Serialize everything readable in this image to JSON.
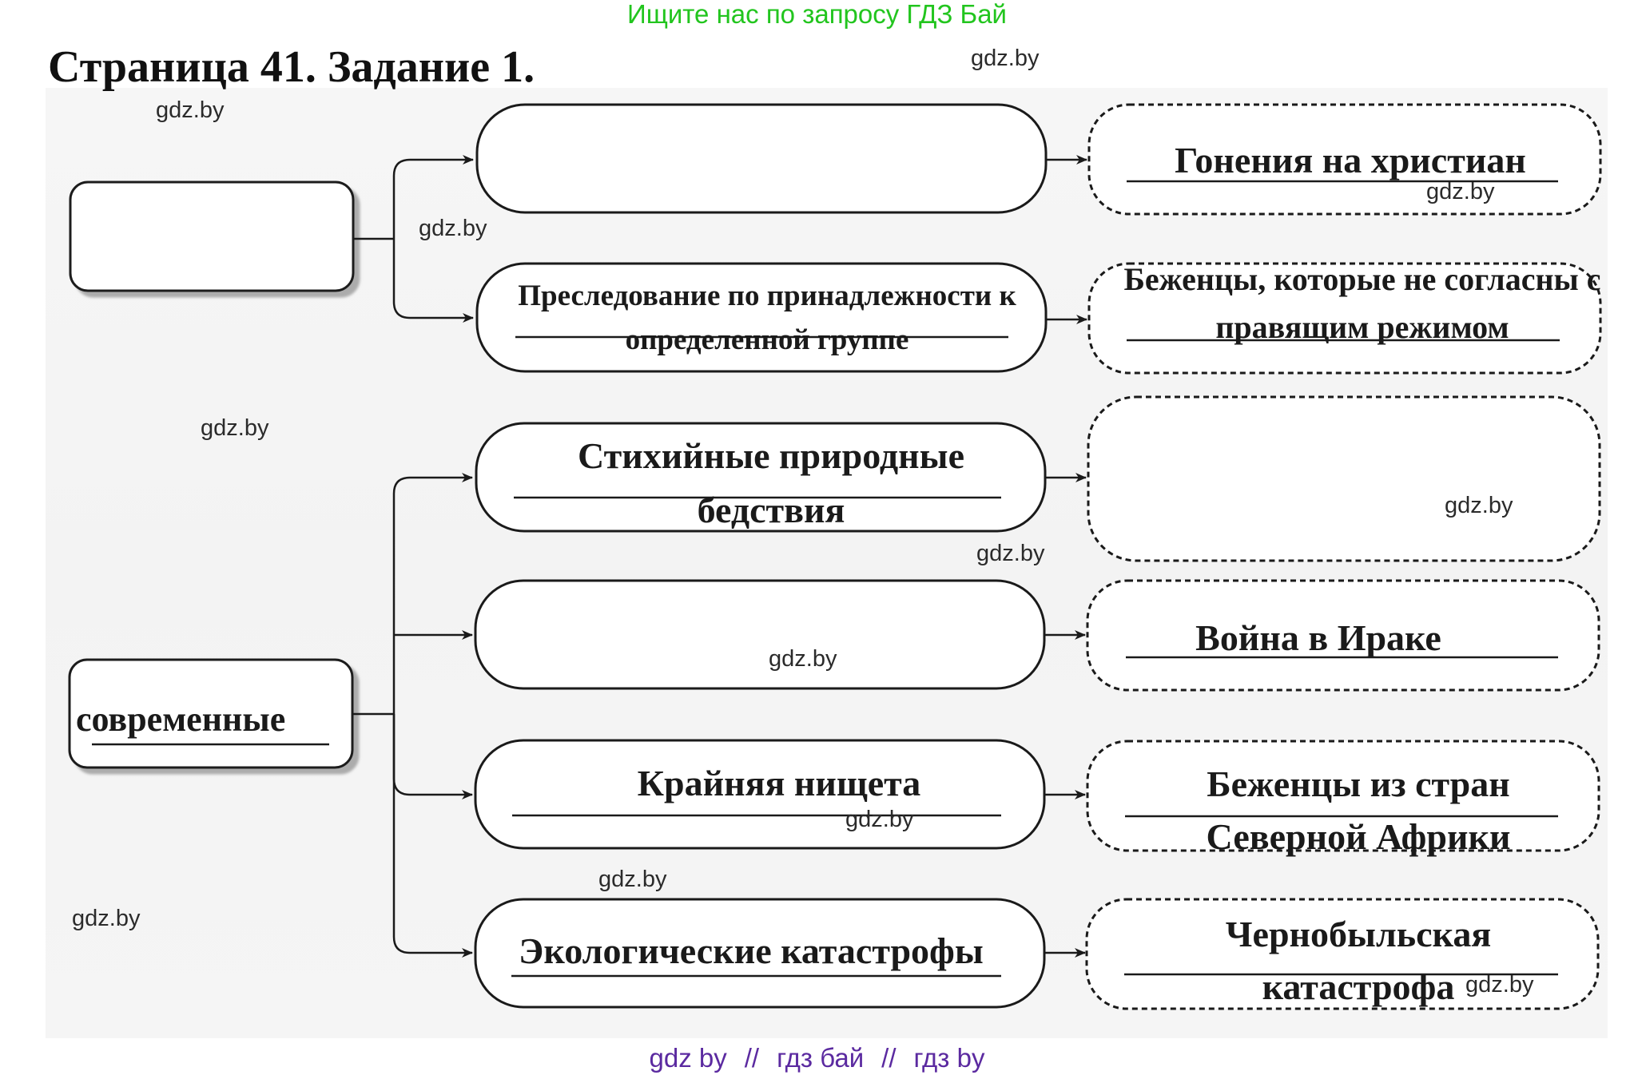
{
  "banner": "Ищите нас по запросу ГДЗ Бай",
  "title": "Страница 41. Задание 1.",
  "watermark": "gdz.by",
  "categories": {
    "top": "",
    "bottom": "современные"
  },
  "causes": [
    "",
    "Преследование по принадлежности к определенной группе",
    "Стихийные природные бедствия",
    "",
    "Крайняя нищета",
    "Экологические катастрофы"
  ],
  "examples": [
    "Гонения на христиан",
    "Беженцы, которые не согласны с правящим режимом",
    "",
    "Война в Ираке",
    "Беженцы из стран Северной Африки",
    "Чернобыльская катастрофа"
  ],
  "footer_links": [
    "gdz by",
    "гдз бай",
    "гдз by"
  ],
  "footer_sep": "//",
  "colors": {
    "banner": "#22c51e",
    "footer": "#5b2aa0",
    "ink": "#1a1a1a"
  }
}
